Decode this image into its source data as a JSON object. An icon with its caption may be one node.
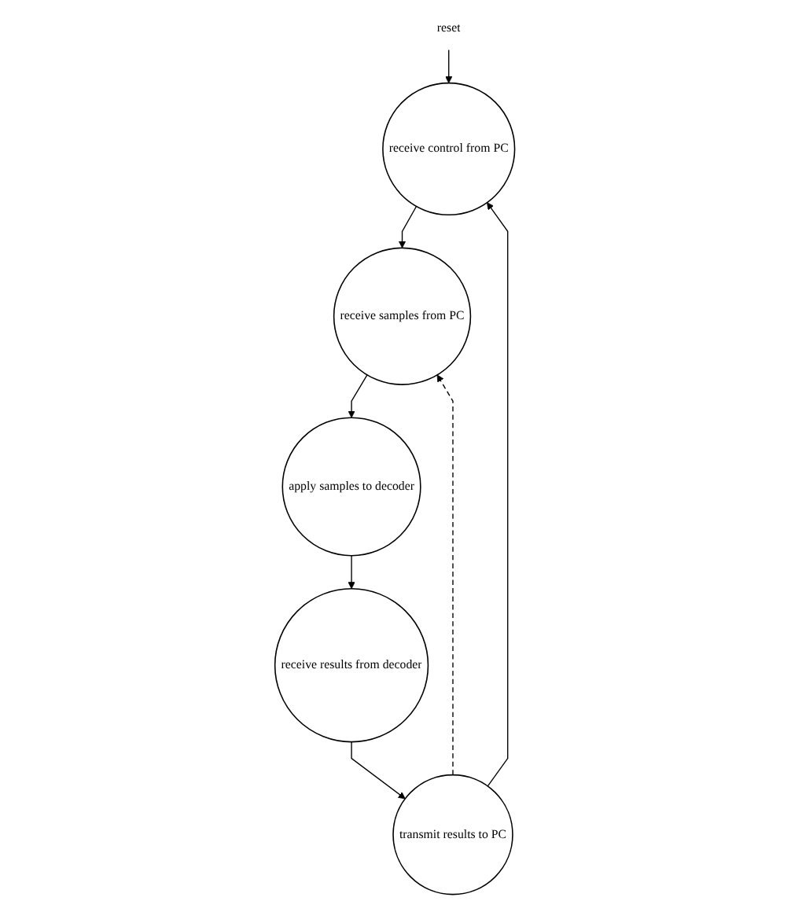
{
  "diagram": {
    "nodes": [
      {
        "text": [
          "reset"
        ]
      },
      {
        "text": [
          "receive control from PC"
        ]
      },
      {
        "text": [
          "receive samples from PC"
        ]
      },
      {
        "text": [
          "apply samples to decoder"
        ]
      },
      {
        "text": [
          "receive results from decoder"
        ]
      },
      {
        "text": [
          "transmit results to PC"
        ]
      }
    ],
    "edges": [
      {
        "from": 0,
        "to": 1,
        "arrow": "to"
      },
      {
        "from": 1,
        "to": 2,
        "arrow": "to"
      },
      {
        "from": 2,
        "to": 3,
        "arrow": "to"
      },
      {
        "from": 3,
        "to": 4,
        "arrow": "to"
      },
      {
        "from": 4,
        "to": 5,
        "arrow": "to"
      },
      {
        "from": 5,
        "to": 1,
        "arrow": "to"
      },
      {
        "from": 5,
        "to": 2,
        "arrow": "to",
        "style": "dashed"
      }
    ]
  }
}
